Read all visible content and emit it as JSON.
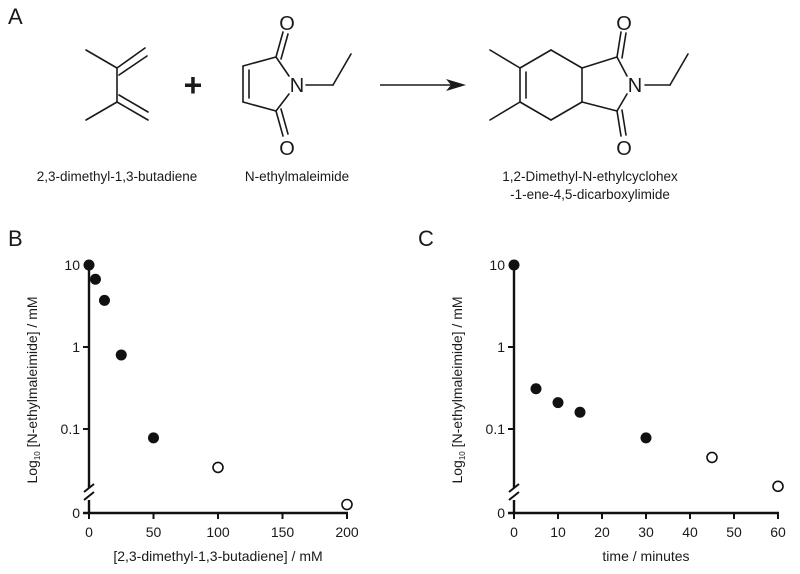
{
  "panels": {
    "a": {
      "letter": "A",
      "reactant1": {
        "name": "2,3-dimethyl-1,3-butadiene"
      },
      "plus": "+",
      "reactant2": {
        "name": "N-ethylmaleimide",
        "atoms": {
          "n": "N",
          "o_top": "O",
          "o_bottom": "O"
        }
      },
      "product": {
        "name_line1": "1,2-Dimethyl-N-ethylcyclohex",
        "name_line2": "-1-ene-4,5-dicarboxylimide",
        "atoms": {
          "n": "N",
          "o_top": "O",
          "o_bottom": "O"
        }
      }
    },
    "b": {
      "letter": "B"
    },
    "c": {
      "letter": "C"
    }
  },
  "chart_data": [
    {
      "panel": "B",
      "type": "scatter",
      "title": "",
      "xlabel": "[2,3-dimethyl-1,3-butadiene] / mM",
      "ylabel": "Log10 [N-ethylmaleimide] / mM",
      "ylabel_parts": {
        "prefix": "Log",
        "subscript": "10",
        "rest": " [N-ethylmaleimide] / mM"
      },
      "yscale": "log",
      "y_axis_break": true,
      "xlim": [
        0,
        200
      ],
      "ylim": [
        0,
        10
      ],
      "xticks": [
        "0",
        "50",
        "100",
        "150",
        "200"
      ],
      "yticks": [
        "0",
        "0.1",
        "1",
        "10"
      ],
      "grid": false,
      "series": [
        {
          "name": "filled",
          "marker": "filled-circle",
          "x": [
            0,
            5,
            12,
            25,
            50
          ],
          "y": [
            10,
            6.7,
            3.7,
            0.8,
            0.078
          ]
        },
        {
          "name": "open",
          "marker": "open-circle",
          "x": [
            100,
            200
          ],
          "y": [
            0.034,
            0.012
          ]
        }
      ]
    },
    {
      "panel": "C",
      "type": "scatter",
      "title": "",
      "xlabel": "time / minutes",
      "ylabel": "Log10 [N-ethylmaleimide] / mM",
      "ylabel_parts": {
        "prefix": "Log",
        "subscript": "10",
        "rest": " [N-ethylmaleimide] / mM"
      },
      "yscale": "log",
      "y_axis_break": true,
      "xlim": [
        0,
        60
      ],
      "ylim": [
        0,
        10
      ],
      "xticks": [
        "0",
        "10",
        "20",
        "30",
        "40",
        "50",
        "60"
      ],
      "yticks": [
        "0",
        "0.1",
        "1",
        "10"
      ],
      "grid": false,
      "series": [
        {
          "name": "filled",
          "marker": "filled-circle",
          "x": [
            0,
            5,
            10,
            15,
            30
          ],
          "y": [
            10,
            0.31,
            0.21,
            0.16,
            0.078
          ]
        },
        {
          "name": "open",
          "marker": "open-circle",
          "x": [
            45,
            60
          ],
          "y": [
            0.045,
            0.02
          ]
        }
      ]
    }
  ]
}
